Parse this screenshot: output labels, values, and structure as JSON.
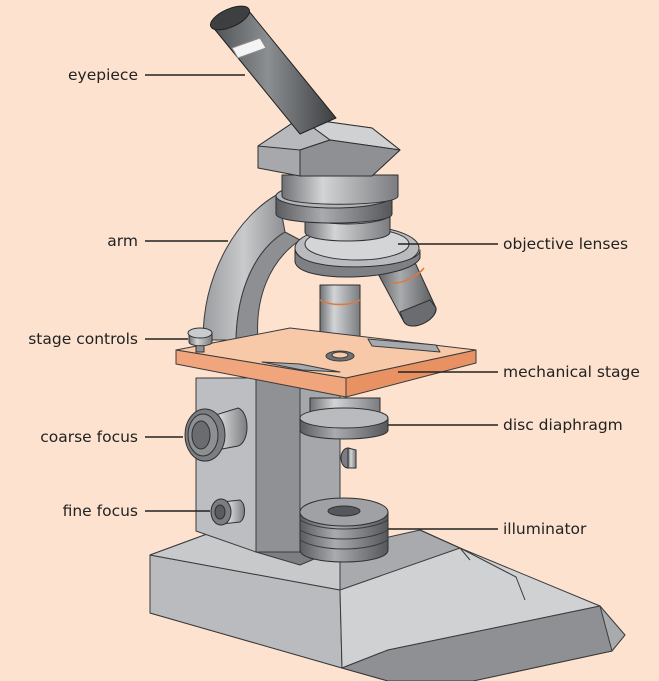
{
  "diagram": {
    "background": "#fde3cf",
    "labels": {
      "eyepiece": "eyepiece",
      "arm": "arm",
      "stage_controls": "stage controls",
      "coarse_focus": "coarse focus",
      "fine_focus": "fine focus",
      "objective_lenses": "objective lenses",
      "mechanical_stage": "mechanical stage",
      "disc_diaphragm": "disc diaphragm",
      "illuminator": "illuminator"
    },
    "colors": {
      "metal_light": "#c4c6c8",
      "metal_mid": "#a4a6a9",
      "metal_dark": "#6f7174",
      "stage_top": "#f7c9a8",
      "stage_edge": "#f0a57d",
      "lens_ring": "#e0783a",
      "line": "#222222"
    }
  }
}
